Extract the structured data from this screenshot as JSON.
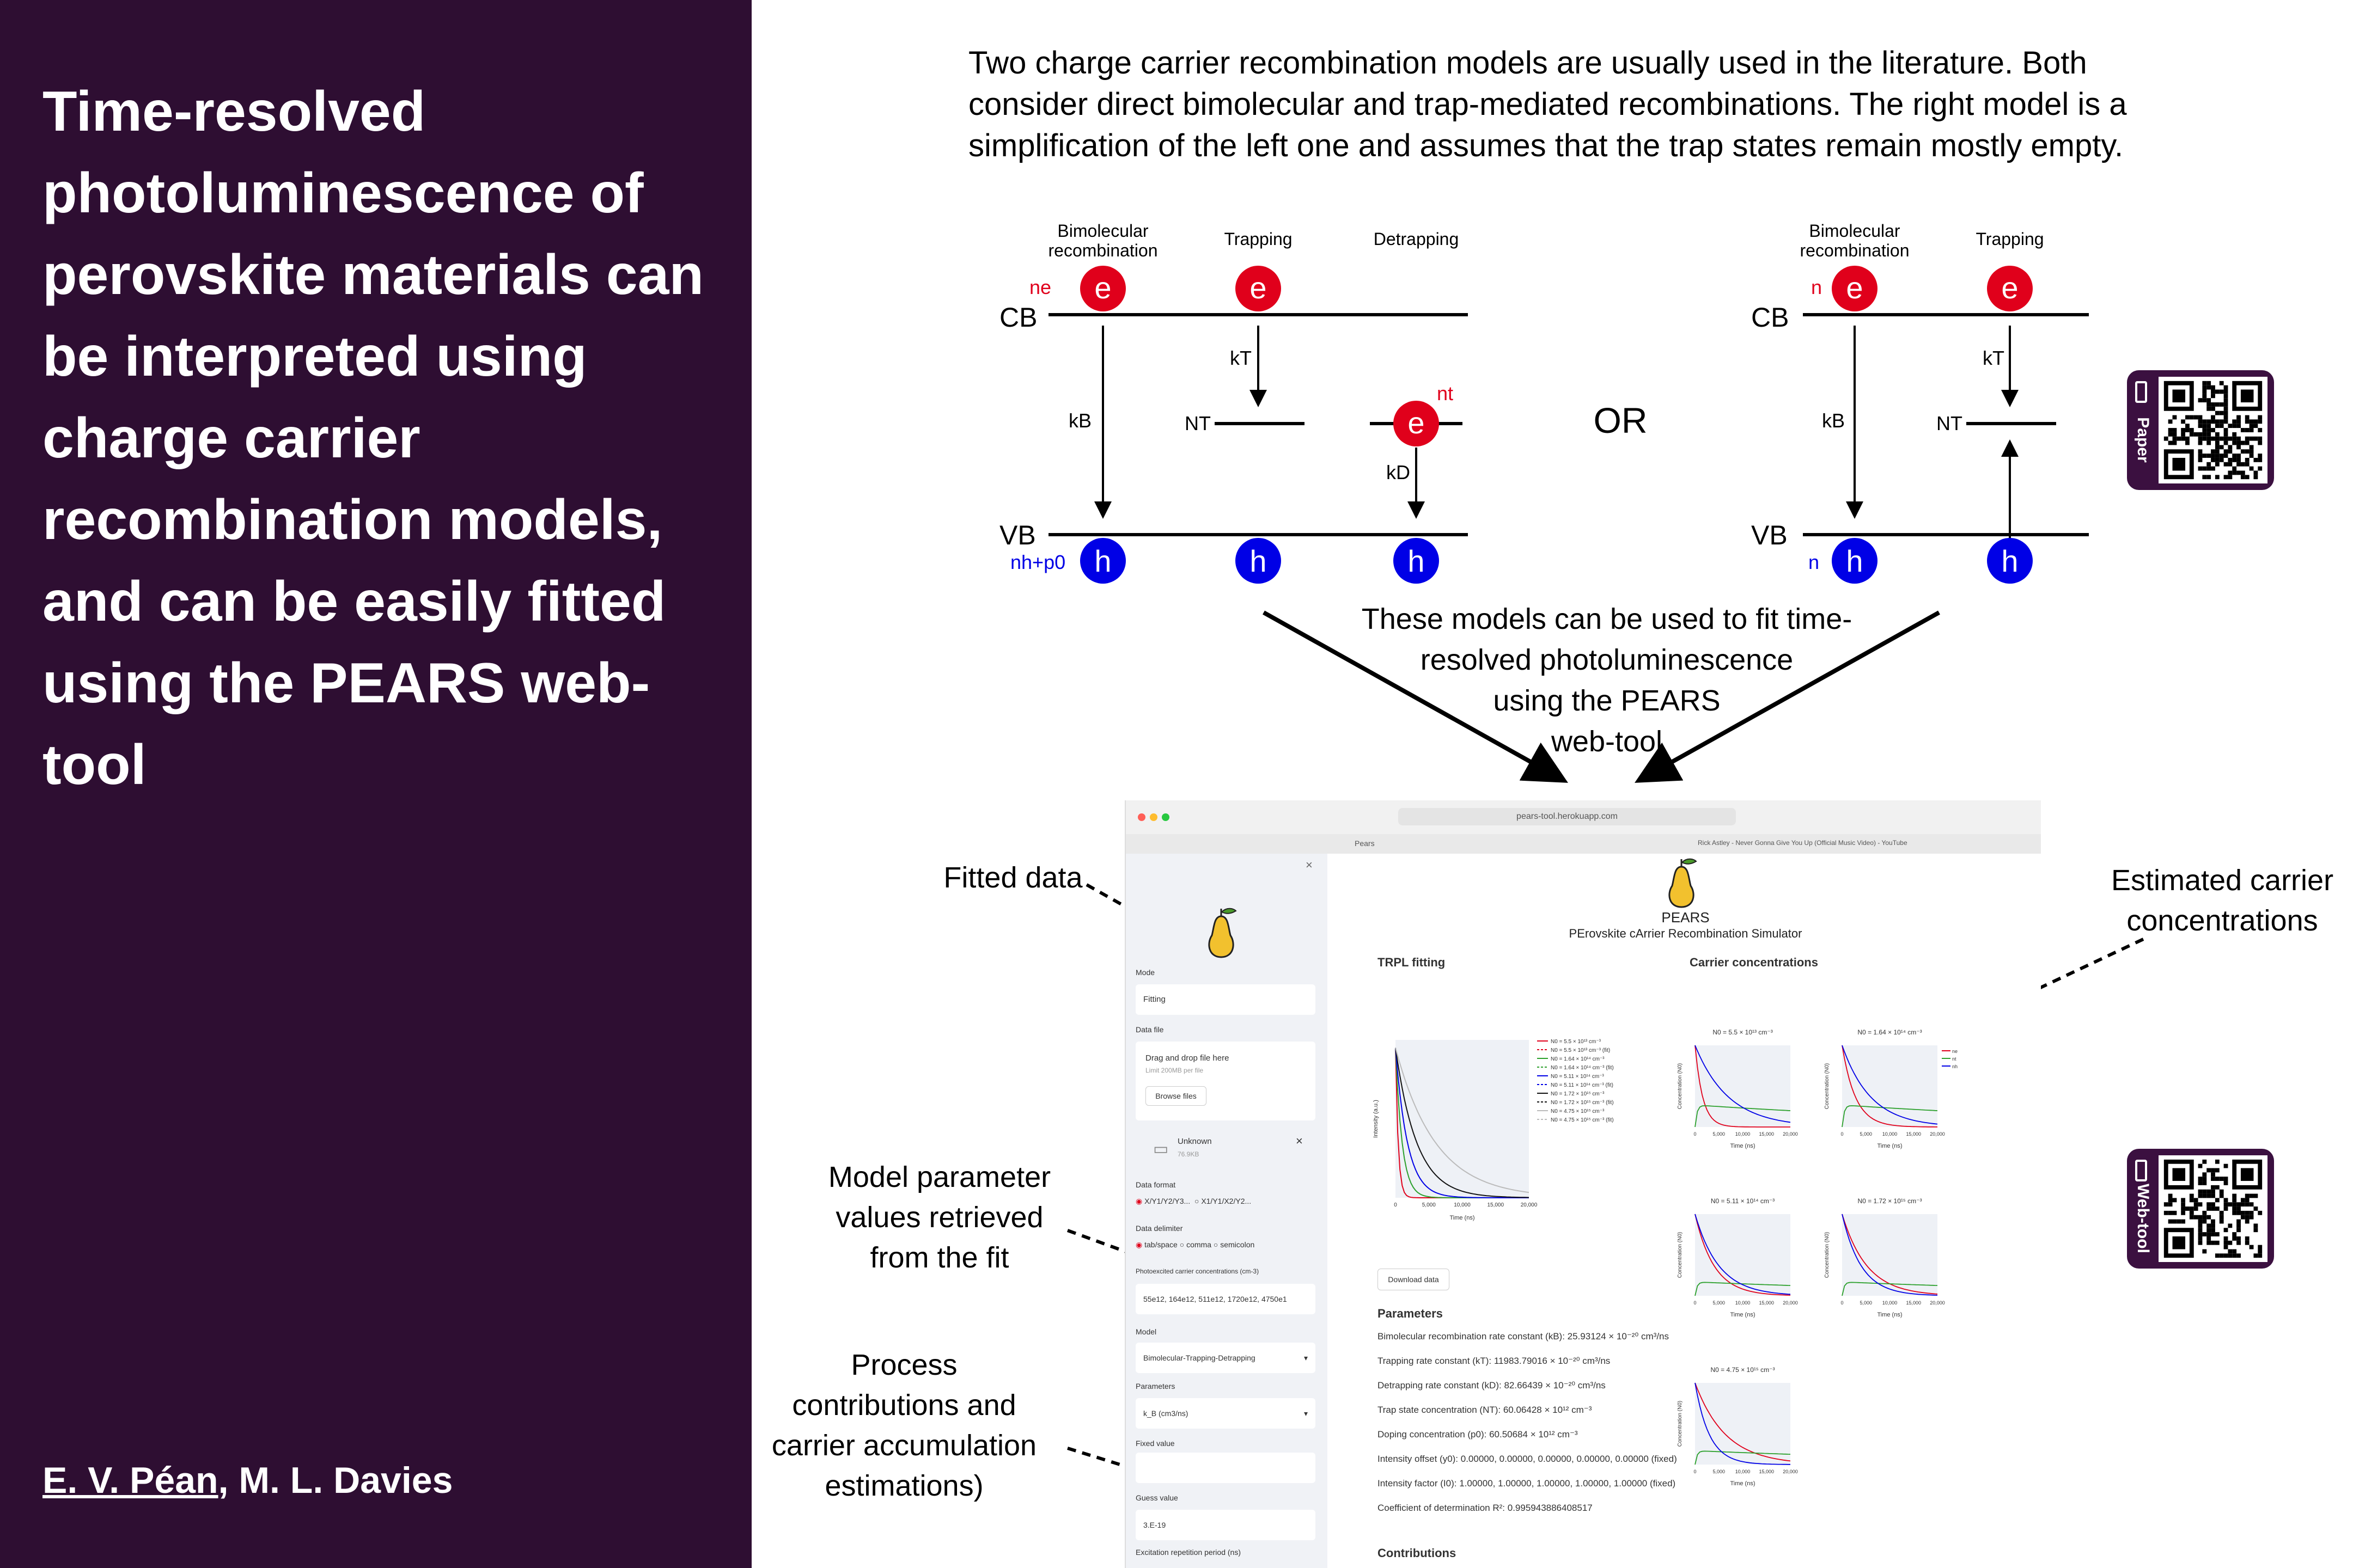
{
  "sidebar_panel": {
    "title": "Time-resolved photoluminescence of perovskite materials can be interpreted using charge carrier recombination models, and can be easily fitted using the PEARS web-tool",
    "author_1": "E. V. Péan",
    "author_sep": ", ",
    "author_2": "M. L. Davies"
  },
  "intro_text": "Two charge carrier recombination models are usually used in the literature. Both consider direct bimolecular and trap-mediated recombinations. The right model is a simplification of the left one and assumes that the trap states remain mostly empty.",
  "diagram": {
    "left_headers": [
      "Bimolecular recombination",
      "Trapping",
      "Detrapping"
    ],
    "right_headers": [
      "Bimolecular recombination",
      "Trapping"
    ],
    "cb": "CB",
    "vb": "VB",
    "or": "OR",
    "electron": "e",
    "hole": "h",
    "kB": "kB",
    "kT": "kT",
    "kD": "kD",
    "NT": "NT",
    "ne": "ne",
    "nt": "nt",
    "nh_p0": "nh+p0",
    "n": "n",
    "caption": [
      "These models can be used to fit time-",
      "resolved photoluminescence",
      "using the PEARS",
      "web-tool"
    ]
  },
  "qr_codes": {
    "paper": "Paper",
    "webtool": "Web-tool",
    "phone_icon": "phone-icon"
  },
  "callouts": {
    "fitted_data": "Fitted data",
    "estimated": [
      "Estimated carrier",
      "concentrations"
    ],
    "model_params": [
      "Model parameter",
      "values retrieved",
      "from the fit"
    ],
    "process": [
      "Process",
      "contributions and",
      "carrier accumulation",
      "estimations)"
    ]
  },
  "screenshot": {
    "url": "pears-tool.herokuapp.com",
    "tab_1": "Pears",
    "tab_2": "Rick Astley - Never Gonna Give You Up (Official Music Video) - YouTube",
    "sidebar": {
      "mode_label": "Mode",
      "mode_value": "Fitting",
      "data_file_label": "Data file",
      "drop_text": "Drag and drop file here",
      "limit_text": "Limit 200MB per file",
      "browse": "Browse files",
      "file_name": "Unknown",
      "file_size": "76.9KB",
      "format_label": "Data format",
      "format_opt1": "X/Y1/Y2/Y3...",
      "format_opt2": "X1/Y1/X2/Y2...",
      "delim_label": "Data delimiter",
      "delim_opt1": "tab/space",
      "delim_opt2": "comma",
      "delim_opt3": "semicolon",
      "photo_label": "Photoexcited carrier concentrations (cm-3)",
      "photo_value": "55e12, 164e12, 511e12, 1720e12, 4750e1",
      "model_label": "Model",
      "model_value": "Bimolecular-Trapping-Detrapping",
      "params_label": "Parameters",
      "params_value": "k_B (cm3/ns)",
      "fixed_label": "Fixed value",
      "guess_label": "Guess value",
      "guess_value": "3.E-19",
      "rep_label": "Excitation repetition period (ns)"
    },
    "app_name": "PEARS",
    "app_subtitle": "PErovskite cArrier Recombination Simulator",
    "trpl_title": "TRPL fitting",
    "carrier_title": "Carrier concentrations",
    "download": "Download data",
    "parameters_title": "Parameters",
    "parameters": [
      "Bimolecular recombination rate constant (kB): 25.93124 × 10⁻²⁰ cm³/ns",
      "Trapping rate constant (kT): 11983.79016 × 10⁻²⁰ cm³/ns",
      "Detrapping rate constant (kD): 82.66439 × 10⁻²⁰ cm³/ns",
      "Trap state concentration (NT): 60.06428 × 10¹² cm⁻³",
      "Doping concentration (p0): 60.50684 × 10¹² cm⁻³",
      "Intensity offset (y0): 0.00000, 0.00000, 0.00000, 0.00000, 0.00000 (fixed)",
      "Intensity factor (I0): 1.00000, 1.00000, 1.00000, 1.00000, 1.00000 (fixed)",
      "Coefficient of determination R²: 0.995943886408517"
    ],
    "contributions_title": "Contributions",
    "trpl_legend": [
      "N0 = 5.5 × 10¹³ cm⁻³",
      "N0 = 5.5 × 10¹³ cm⁻³ (fit)",
      "N0 = 1.64 × 10¹⁴ cm⁻³",
      "N0 = 1.64 × 10¹⁴ cm⁻³ (fit)",
      "N0 = 5.11 × 10¹⁴ cm⁻³",
      "N0 = 5.11 × 10¹⁴ cm⁻³ (fit)",
      "N0 = 1.72 × 10¹⁵ cm⁻³",
      "N0 = 1.72 × 10¹⁵ cm⁻³ (fit)",
      "N0 = 4.75 × 10¹⁵ cm⁻³",
      "N0 = 4.75 × 10¹⁵ cm⁻³ (fit)"
    ],
    "trpl_xlabel": "Time (ns)",
    "trpl_ylabel": "Intensity (a.u.)",
    "trpl_xticks": [
      "0",
      "5,000",
      "10,000",
      "15,000",
      "20,000"
    ],
    "conc_titles": [
      "N0 = 5.5 × 10¹³ cm⁻³",
      "N0 = 1.64 × 10¹⁴ cm⁻³",
      "N0 = 5.11 × 10¹⁴ cm⁻³",
      "N0 = 1.72 × 10¹⁵ cm⁻³",
      "N0 = 4.75 × 10¹⁵ cm⁻³"
    ],
    "conc_ylabel": "Concentration (N0)",
    "conc_xlabel": "Time (ns)",
    "conc_legend": [
      "ne",
      "nt",
      "nh"
    ]
  },
  "colors": {
    "panel": "#2e0e32",
    "electron": "#e0001b",
    "hole": "#0000e6",
    "qr_frame": "#3b1040"
  }
}
